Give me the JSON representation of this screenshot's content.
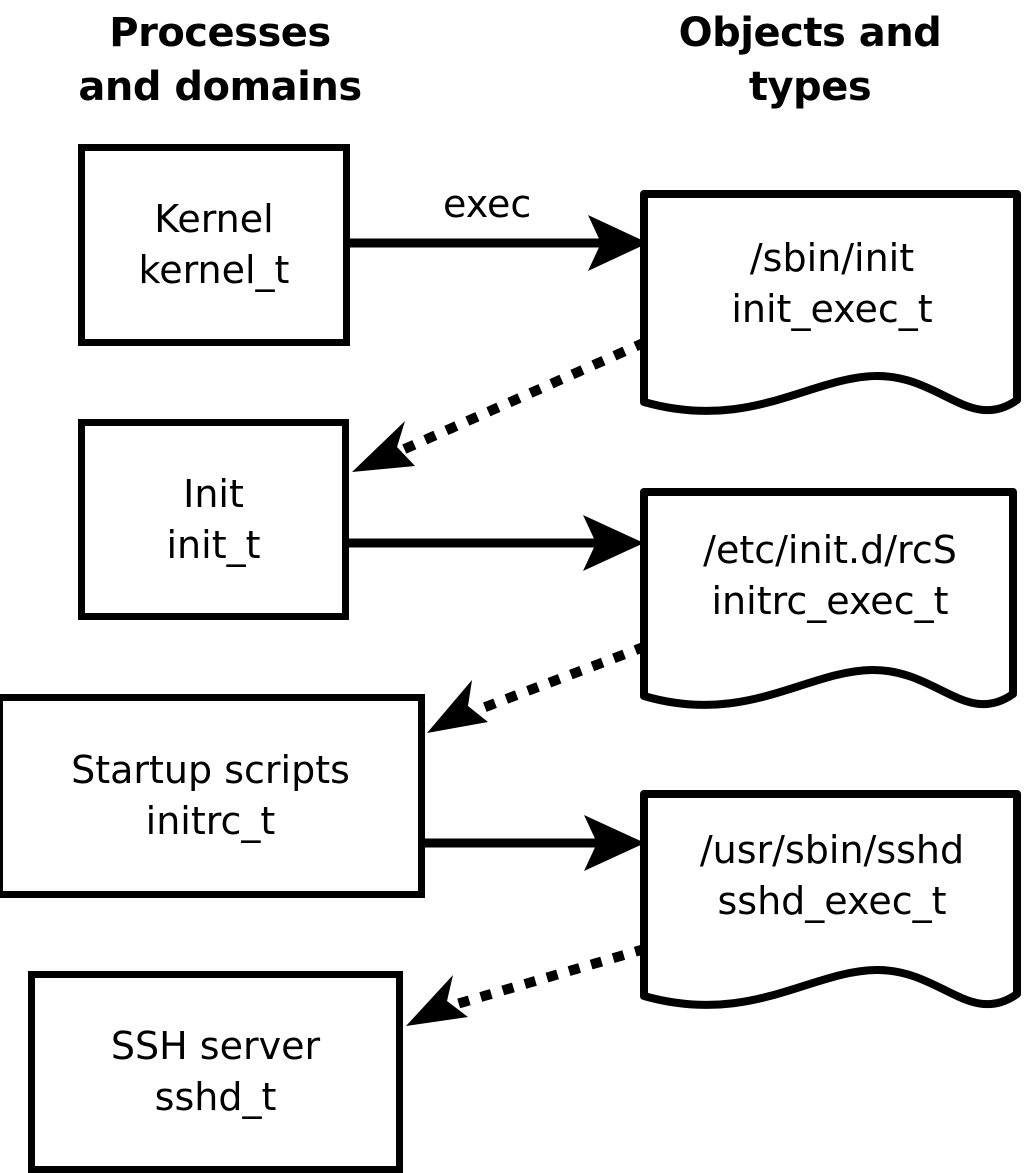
{
  "diagram": {
    "title_left": "Processes\nand domains",
    "title_right": "Objects and\ntypes",
    "processes": [
      {
        "id": "kernel",
        "name": "Kernel",
        "type": "kernel_t",
        "label": "Kernel\nkernel_t"
      },
      {
        "id": "init",
        "name": "Init",
        "type": "init_t",
        "label": "Init\ninit_t"
      },
      {
        "id": "initrc",
        "name": "Startup scripts",
        "type": "initrc_t",
        "label": "Startup scripts\ninitrc_t"
      },
      {
        "id": "sshd",
        "name": "SSH server",
        "type": "sshd_t",
        "label": "SSH server\nsshd_t"
      }
    ],
    "objects": [
      {
        "id": "init_exec",
        "path": "/sbin/init",
        "type": "init_exec_t",
        "label": "/sbin/init\ninit_exec_t"
      },
      {
        "id": "initrc_exec",
        "path": "/etc/init.d/rcS",
        "type": "initrc_exec_t",
        "label": "/etc/init.d/rcS\ninitrc_exec_t"
      },
      {
        "id": "sshd_exec",
        "path": "/usr/sbin/sshd",
        "type": "sshd_exec_t",
        "label": "/usr/sbin/sshd\nsshd_exec_t"
      }
    ],
    "edges": [
      {
        "id": "e1",
        "from": "kernel",
        "to": "init_exec",
        "label": "exec",
        "style": "solid"
      },
      {
        "id": "e2",
        "from": "init_exec",
        "to": "init",
        "label": "",
        "style": "dotted"
      },
      {
        "id": "e3",
        "from": "init",
        "to": "initrc_exec",
        "label": "",
        "style": "solid"
      },
      {
        "id": "e4",
        "from": "initrc_exec",
        "to": "initrc",
        "label": "",
        "style": "dotted"
      },
      {
        "id": "e5",
        "from": "initrc",
        "to": "sshd_exec",
        "label": "",
        "style": "solid"
      },
      {
        "id": "e6",
        "from": "sshd_exec",
        "to": "sshd",
        "label": "",
        "style": "dotted"
      }
    ],
    "colors": {
      "stroke": "#000000",
      "background": "#ffffff",
      "text": "#000000"
    }
  }
}
